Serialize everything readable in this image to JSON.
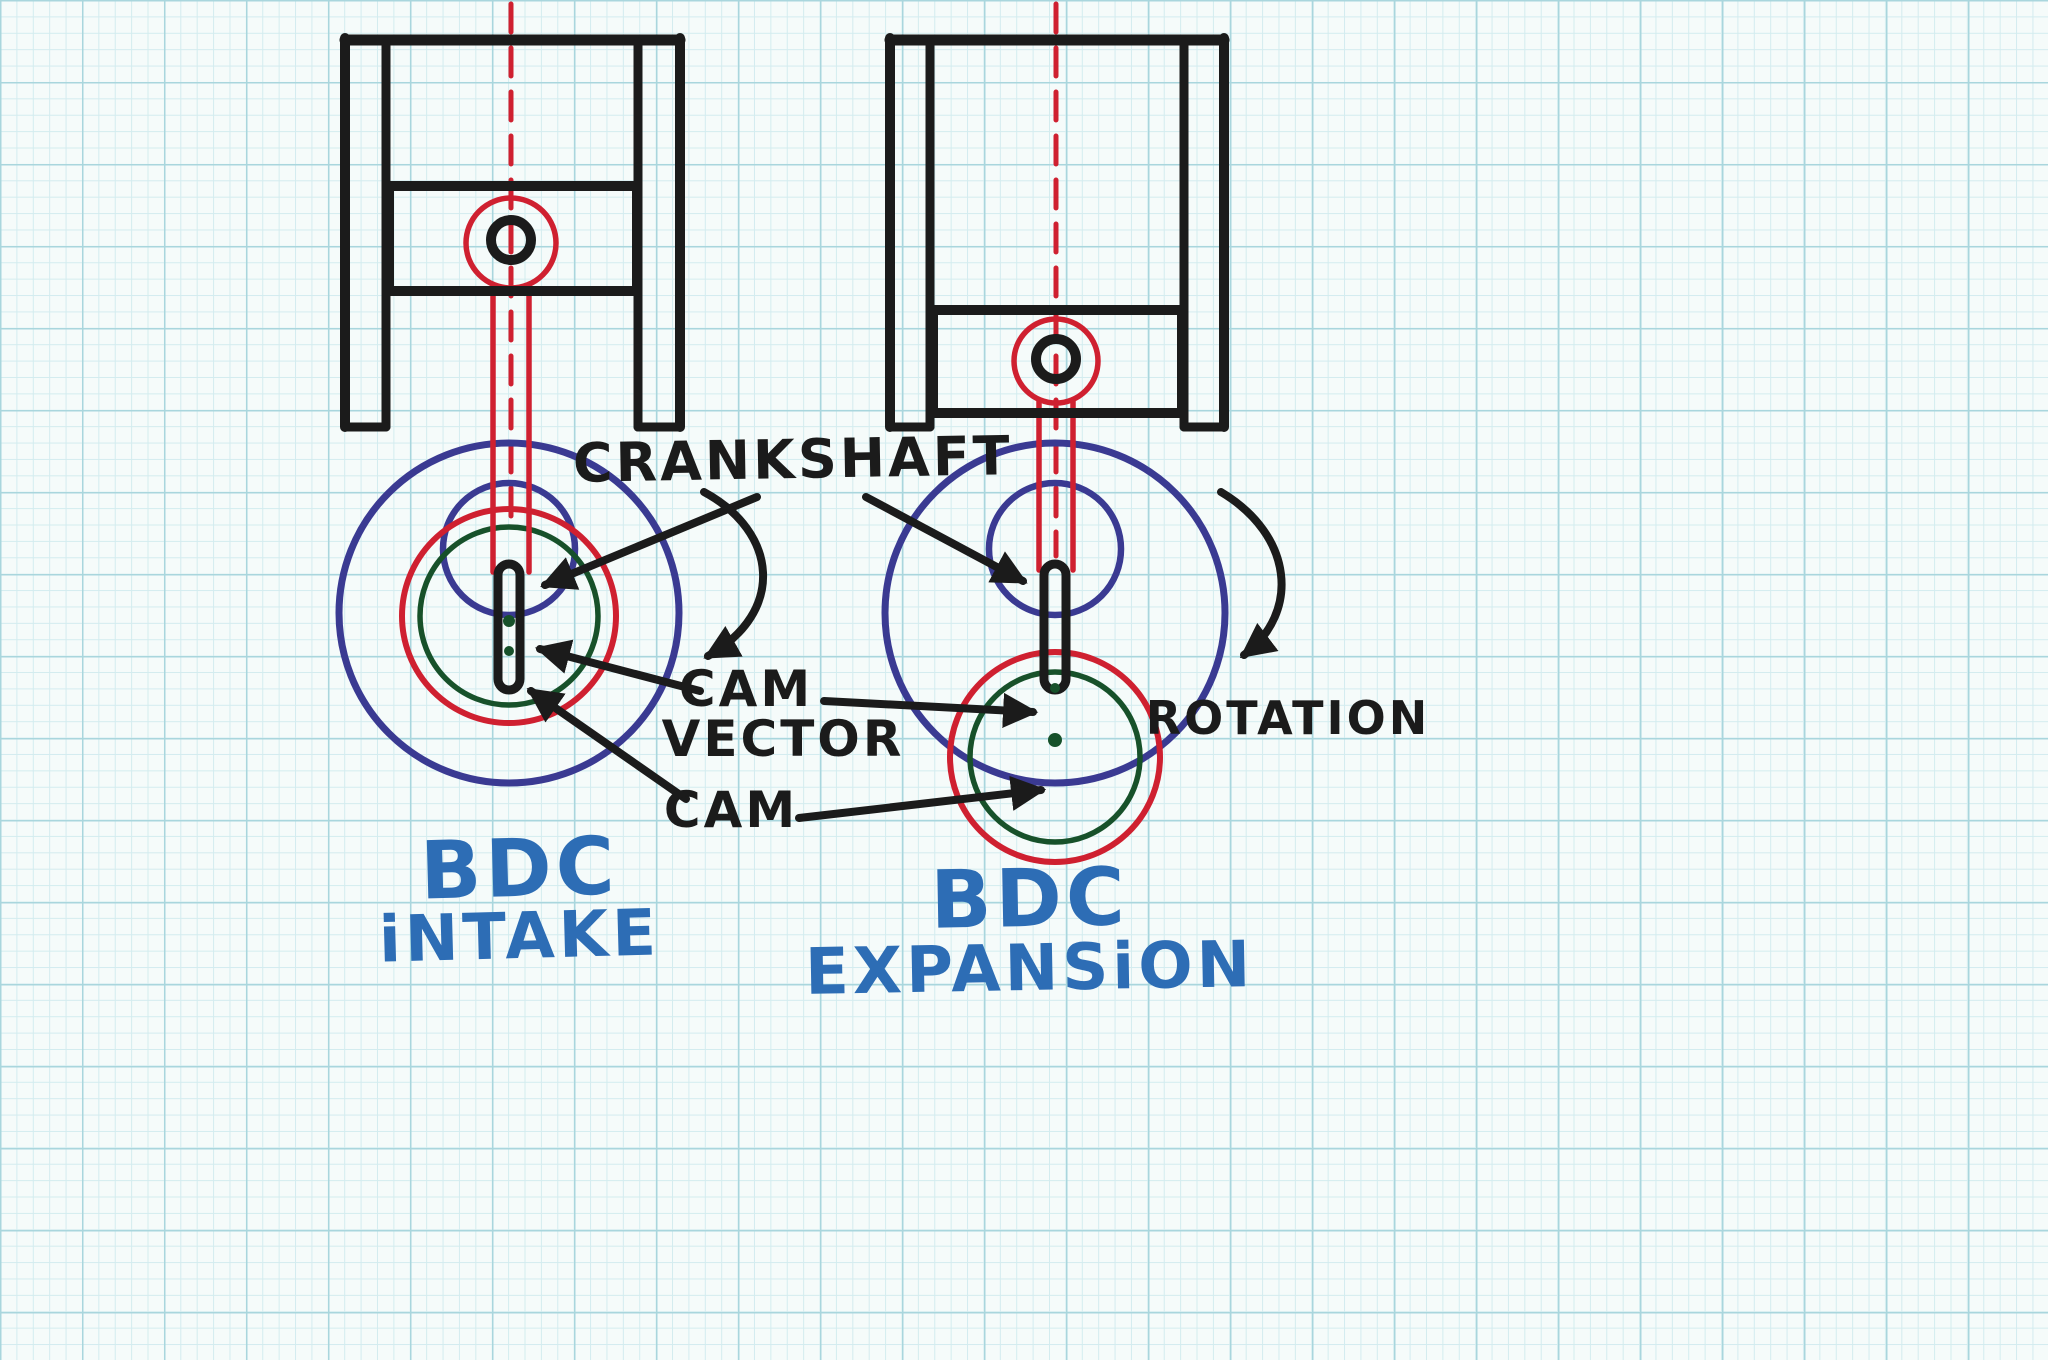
{
  "labels": {
    "crankshaft": "CRANKSHAFT",
    "cam_vector_line1": "CAM",
    "cam_vector_line2": "VECTOR",
    "cam": "CAM",
    "rotation": "ROTATION"
  },
  "captions": {
    "left_line1": "BDC",
    "left_line2": "iNTAKE",
    "right_line1": "BDC",
    "right_line2": "EXPANSiON"
  },
  "colors": {
    "paper": "#f5fbfa",
    "grid": "#d3ecef",
    "grid_strong": "#a9d6dd",
    "ink": "#1b1b1b",
    "red": "#cf2030",
    "blue": "#3a3a92",
    "green": "#17512a",
    "caption": "#2d6db5"
  }
}
